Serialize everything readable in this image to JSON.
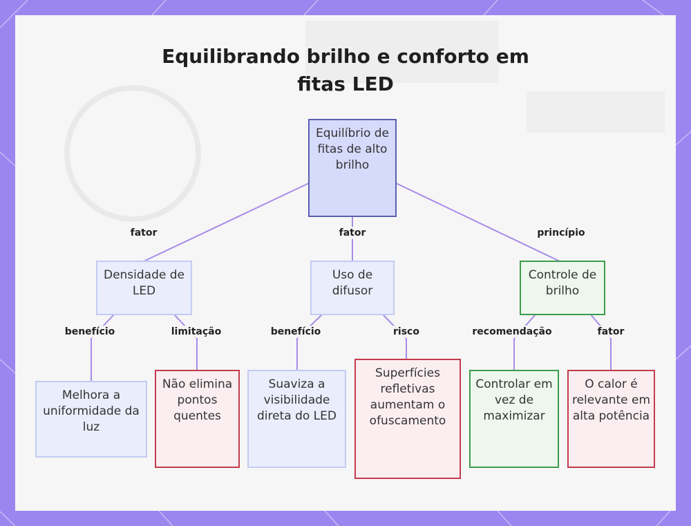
{
  "title": "Equilibrando brilho e conforto em fitas LED",
  "nodes": {
    "root": "Equilíbrio de fitas de alto brilho",
    "density": "Densidade de LED",
    "diffuser": "Uso de difusor",
    "brightness": "Controle de brilho",
    "uniformity": "Melhora a uniformidade da luz",
    "hotspots": "Não elimina pontos quentes",
    "softens": "Suaviza a visibilidade direta do LED",
    "reflective": "Superfícies refletivas aumentam o ofuscamento",
    "control": "Controlar em vez de maximizar",
    "heat": "O calor é relevante em alta potência"
  },
  "edges": {
    "root_density": "fator",
    "root_diffuser": "fator",
    "root_brightness": "princípio",
    "density_uniformity": "benefício",
    "density_hotspots": "limitação",
    "diffuser_softens": "benefício",
    "diffuser_reflective": "risco",
    "brightness_control": "recomendação",
    "brightness_heat": "fator"
  },
  "colors": {
    "frame": "#9b86f0",
    "edge": "#a78be8",
    "blue_fill": "#eaedfc",
    "root_fill": "#d6dafb",
    "green_border": "#3c9c4a",
    "red_border": "#c33a4c"
  }
}
